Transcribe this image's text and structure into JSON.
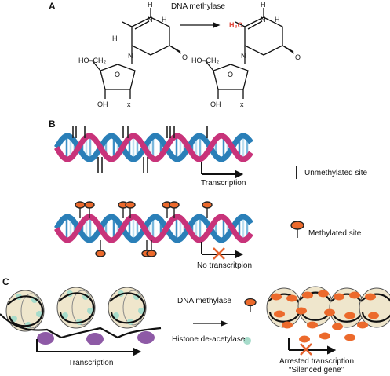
{
  "panels": {
    "a": "A",
    "b": "B",
    "c": "C"
  },
  "panel_a": {
    "enzyme": "DNA methylase",
    "atoms": {
      "H": "H",
      "N": "N",
      "O": "O",
      "x": "x",
      "OH": "OH",
      "HOCH2": "HO–CH₂",
      "H3C": "H₃C"
    },
    "methyl_color": "#e2463a"
  },
  "panel_b": {
    "transcription": "Transcription",
    "no_transcription": "No transcritpion",
    "legend_unmethylated": "Unmethylated site",
    "legend_methylated": "Methylated site",
    "strand_pink": "#c8337a",
    "strand_blue": "#2a7fb8",
    "methyl_color": "#ec6a2c"
  },
  "panel_c": {
    "enzyme": "DNA methylase",
    "deacetylase": "Histone de-acetylase",
    "transcription": "Transcription",
    "arrested_line1": "Arrested transcription",
    "arrested_line2": "“Silenced gene”",
    "nucleosome_color": "#efe6cc",
    "acetyl_color": "#a7dccb",
    "pol_color": "#8e5aa6",
    "methyl_color": "#ec6a2c"
  }
}
